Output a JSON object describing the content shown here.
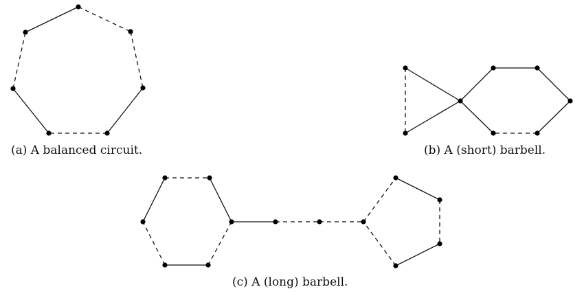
{
  "figures": [
    {
      "id": "a",
      "caption": "(a) A balanced circuit.",
      "vertices": [
        "v1",
        "v2",
        "v3",
        "v4",
        "v5",
        "v6",
        "v7"
      ],
      "edges": [
        [
          "v1",
          "v2",
          "dashed"
        ],
        [
          "v2",
          "v3",
          "dashed"
        ],
        [
          "v3",
          "v4",
          "solid"
        ],
        [
          "v4",
          "v5",
          "dashed"
        ],
        [
          "v5",
          "v6",
          "solid"
        ],
        [
          "v6",
          "v7",
          "dashed"
        ],
        [
          "v7",
          "v1",
          "solid"
        ]
      ]
    },
    {
      "id": "b",
      "caption": "(b) A (short) barbell.",
      "vertices": [
        "c",
        "t1",
        "t2",
        "h1",
        "h2",
        "h3",
        "h4",
        "h5"
      ],
      "edges": [
        [
          "t1",
          "t2",
          "dashed"
        ],
        [
          "t1",
          "c",
          "solid"
        ],
        [
          "t2",
          "c",
          "solid"
        ],
        [
          "c",
          "h1",
          "solid"
        ],
        [
          "h1",
          "h2",
          "solid"
        ],
        [
          "h2",
          "h3",
          "solid"
        ],
        [
          "h3",
          "h4",
          "solid"
        ],
        [
          "h4",
          "h5",
          "dashed"
        ],
        [
          "h5",
          "c",
          "solid"
        ]
      ]
    },
    {
      "id": "c",
      "caption": "(c) A (long) barbell.",
      "vertices": [
        "x1",
        "x2",
        "x3",
        "x4",
        "x5",
        "x6",
        "m1",
        "m2",
        "p0",
        "p1",
        "p2",
        "p3",
        "p4"
      ],
      "edges": [
        [
          "x1",
          "x2",
          "dashed"
        ],
        [
          "x2",
          "x3",
          "solid"
        ],
        [
          "x3",
          "x4",
          "dashed"
        ],
        [
          "x4",
          "x5",
          "solid"
        ],
        [
          "x5",
          "x6",
          "dashed"
        ],
        [
          "x6",
          "x1",
          "solid"
        ],
        [
          "x3",
          "m1",
          "solid"
        ],
        [
          "m1",
          "m2",
          "dashed"
        ],
        [
          "m2",
          "p0",
          "dashed"
        ],
        [
          "p0",
          "p1",
          "dashed"
        ],
        [
          "p1",
          "p2",
          "solid"
        ],
        [
          "p2",
          "p3",
          "dashed"
        ],
        [
          "p3",
          "p4",
          "solid"
        ],
        [
          "p4",
          "p0",
          "dashed"
        ]
      ]
    }
  ]
}
